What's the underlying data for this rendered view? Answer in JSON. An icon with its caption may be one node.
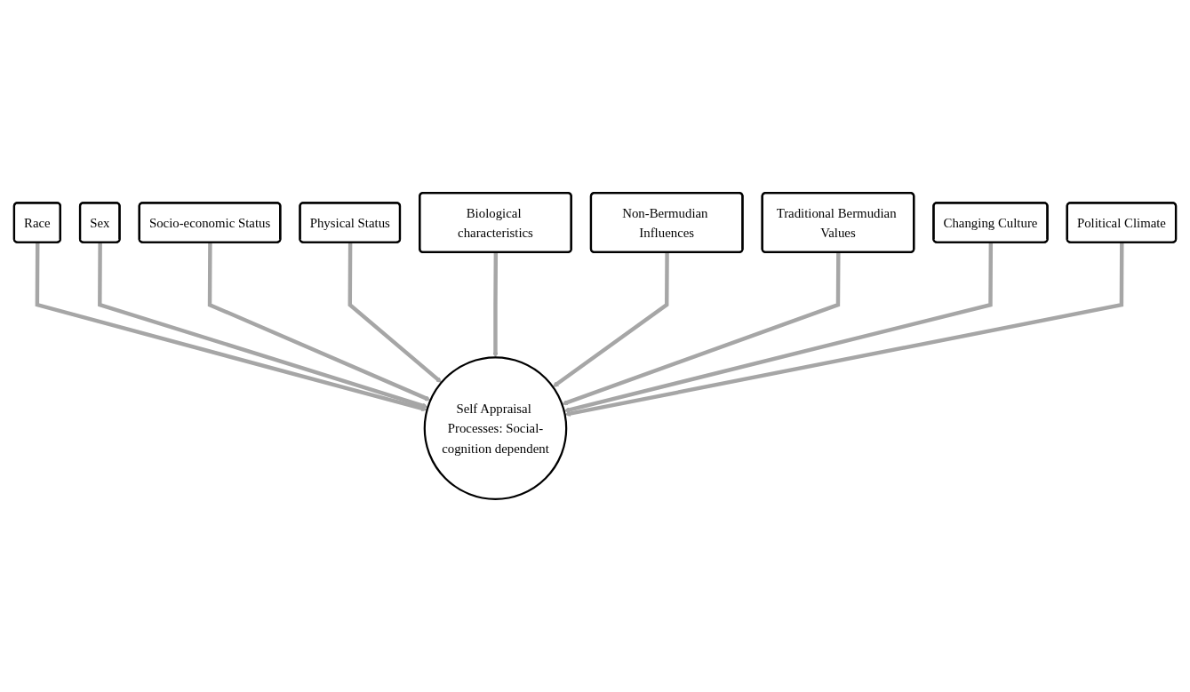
{
  "diagram": {
    "nodes": [
      {
        "text": [
          "Race"
        ]
      },
      {
        "text": [
          "Sex"
        ]
      },
      {
        "text": [
          "Socio-economic Status"
        ]
      },
      {
        "text": [
          "Physical Status"
        ]
      },
      {
        "text": [
          "Biological characteristics"
        ]
      },
      {
        "text": [
          "Non-Bermudian Influences"
        ]
      },
      {
        "text": [
          "Traditional Bermudian Values"
        ]
      },
      {
        "text": [
          "Changing Culture"
        ]
      },
      {
        "text": [
          "Political Climate"
        ]
      },
      {
        "text": [
          "Self Appraisal Processes: Social-cognition dependent"
        ]
      }
    ],
    "edges": [
      {
        "from": 0,
        "to": 9,
        "arrow": "to"
      },
      {
        "from": 1,
        "to": 9,
        "arrow": "to"
      },
      {
        "from": 2,
        "to": 9,
        "arrow": "to"
      },
      {
        "from": 3,
        "to": 9,
        "arrow": "to"
      },
      {
        "from": 4,
        "to": 9,
        "arrow": "to"
      },
      {
        "from": 5,
        "to": 9,
        "arrow": "to"
      },
      {
        "from": 6,
        "to": 9,
        "arrow": "to"
      },
      {
        "from": 7,
        "to": 9,
        "arrow": "to"
      },
      {
        "from": 8,
        "to": 9,
        "arrow": "to"
      }
    ]
  }
}
